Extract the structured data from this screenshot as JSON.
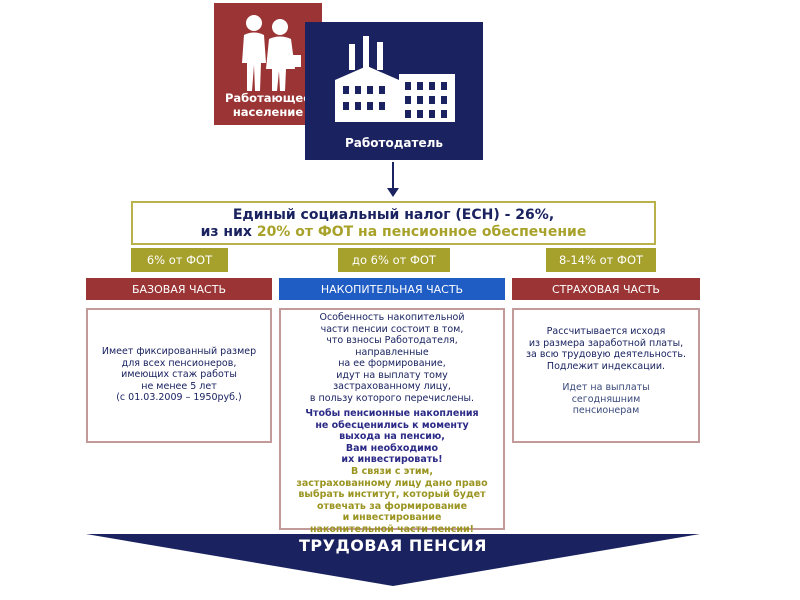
{
  "top": {
    "worker_label": "Работающее\nнаселение",
    "employer_label": "Работодатель"
  },
  "tax": {
    "line1": "Единый социальный налог (ЕСН) - 26%,",
    "line2_prefix": "из них ",
    "line2_highlight": "20% от ФОТ на пенсионное обеспечение"
  },
  "percents": [
    "6% от ФОТ",
    "до 6% от ФОТ",
    "8-14% от ФОТ"
  ],
  "headers": [
    "БАЗОВАЯ ЧАСТЬ",
    "НАКОПИТЕЛЬНАЯ ЧАСТЬ",
    "СТРАХОВАЯ ЧАСТЬ"
  ],
  "base": {
    "text": "Имеет фиксированный размер\nдля всех пенсионеров,\nимеющих стаж работы\nне менее 5 лет\n(с 01.03.2009 – 1950руб.)"
  },
  "funded": {
    "text1": "Особенность накопительной\nчасти пенсии состоит в том,\nчто взносы Работодателя,\nнаправленные\nна ее формирование,\nидут на выплату тому\nзастрахованному лицу,\nв пользу которого перечислены.",
    "text2": "Чтобы пенсионные накопления\nне обесценились к моменту\nвыхода на пенсию,\nВам необходимо\nих инвестировать!",
    "text3": "В связи с этим,\nзастрахованному лицу дано право\nвыбрать институт, который будет\nотвечать за формирование\nи инвестирование\nнакопительной части пенсии!"
  },
  "insurance": {
    "text1": "Рассчитывается исходя\nиз размера заработной платы,\nза всю трудовую деятельность.\nПодлежит индексации.",
    "text2": "Идет на выплаты\nсегодняшним\nпенсионерам"
  },
  "banner": "ТРУДОВАЯ ПЕНСИЯ",
  "colors": {
    "red": "#9b3535",
    "navy": "#1a2360",
    "blue": "#1f5cc4",
    "olive": "#a6a02c"
  }
}
